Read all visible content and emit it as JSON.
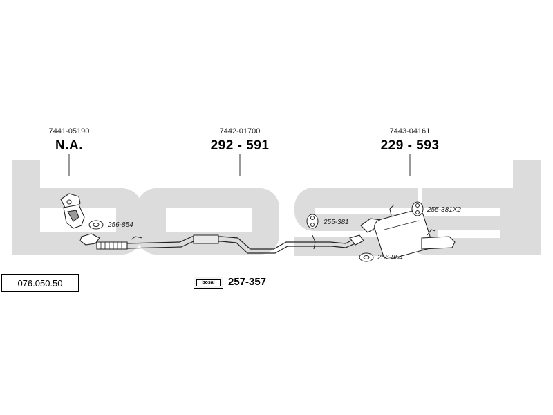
{
  "watermark": {
    "brand": "bosal",
    "color": "#dcdcdc"
  },
  "reference": {
    "number": "076.050.50"
  },
  "components": [
    {
      "oem": "7441-05190",
      "code": "N.A."
    },
    {
      "oem": "7442-01700",
      "code": "292-591"
    },
    {
      "oem": "7443-04161",
      "code": "229-593"
    }
  ],
  "parts": {
    "gasket_front": "256-854",
    "rubber_mid": "255-381",
    "rubber_rear": "255-381X2",
    "gasket_rear": "256-854"
  },
  "kit": {
    "logo_text": "bosal",
    "code": "257-357"
  }
}
